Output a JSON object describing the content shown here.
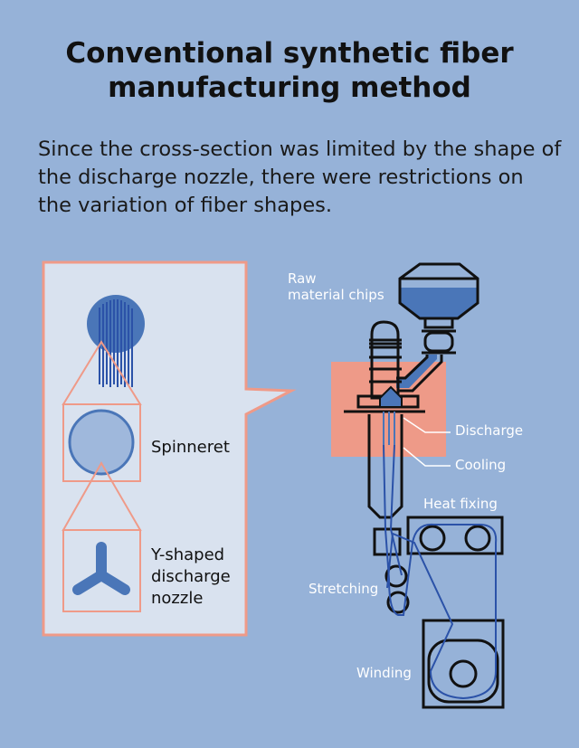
{
  "title_line1": "Conventional synthetic fiber",
  "title_line2": "manufacturing method",
  "description": "Since the cross-section was limited by the shape of the discharge nozzle, there were restrictions on the variation of fiber shapes.",
  "inset": {
    "spinneret_label": "Spinneret",
    "nozzle_label_1": "Y-shaped",
    "nozzle_label_2": "discharge",
    "nozzle_label_3": "nozzle"
  },
  "process": {
    "raw_label_1": "Raw",
    "raw_label_2": "material chips",
    "discharge_label": "Discharge",
    "cooling_label": "Cooling",
    "heat_fixing_label": "Heat fixing",
    "stretching_label": "Stretching",
    "winding_label": "Winding"
  },
  "colors": {
    "background": "#96b2d8",
    "accent_blue": "#4a76b8",
    "thread_blue": "#2b52a8",
    "heat_zone": "#ee9a88",
    "inset_border": "#ef9a88"
  }
}
